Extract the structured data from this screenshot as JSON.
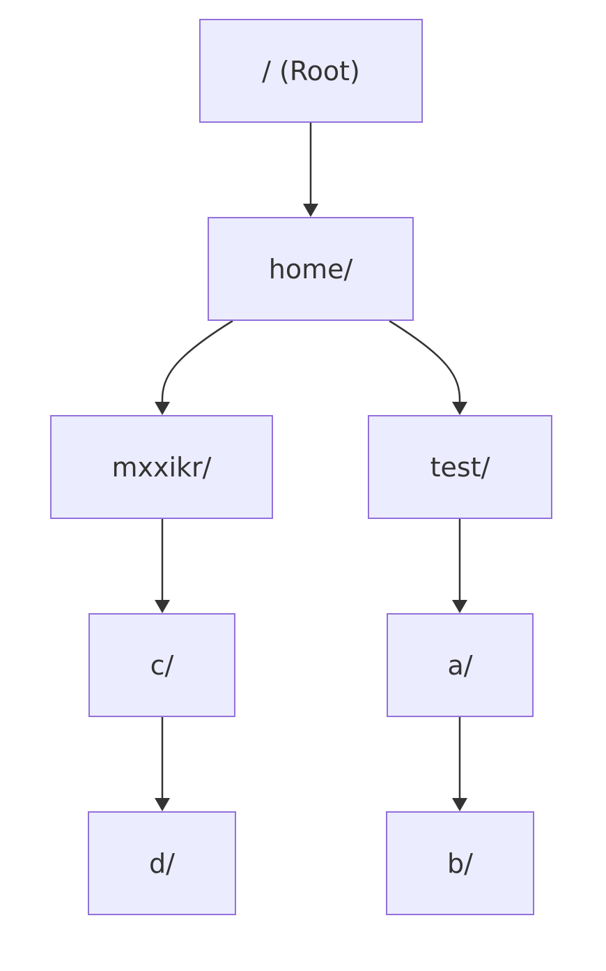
{
  "diagram": {
    "type": "directory-tree",
    "colors": {
      "node_fill": "#ececff",
      "node_border": "#9370db",
      "text": "#333333",
      "edge": "#333333"
    },
    "nodes": {
      "root": {
        "label": "/ (Root)"
      },
      "home": {
        "label": "home/"
      },
      "mxxikr": {
        "label": "mxxikr/"
      },
      "test": {
        "label": "test/"
      },
      "c": {
        "label": "c/"
      },
      "a": {
        "label": "a/"
      },
      "d": {
        "label": "d/"
      },
      "b": {
        "label": "b/"
      }
    },
    "edges": [
      {
        "from": "root",
        "to": "home"
      },
      {
        "from": "home",
        "to": "mxxikr"
      },
      {
        "from": "home",
        "to": "test"
      },
      {
        "from": "mxxikr",
        "to": "c"
      },
      {
        "from": "c",
        "to": "d"
      },
      {
        "from": "test",
        "to": "a"
      },
      {
        "from": "a",
        "to": "b"
      }
    ]
  }
}
